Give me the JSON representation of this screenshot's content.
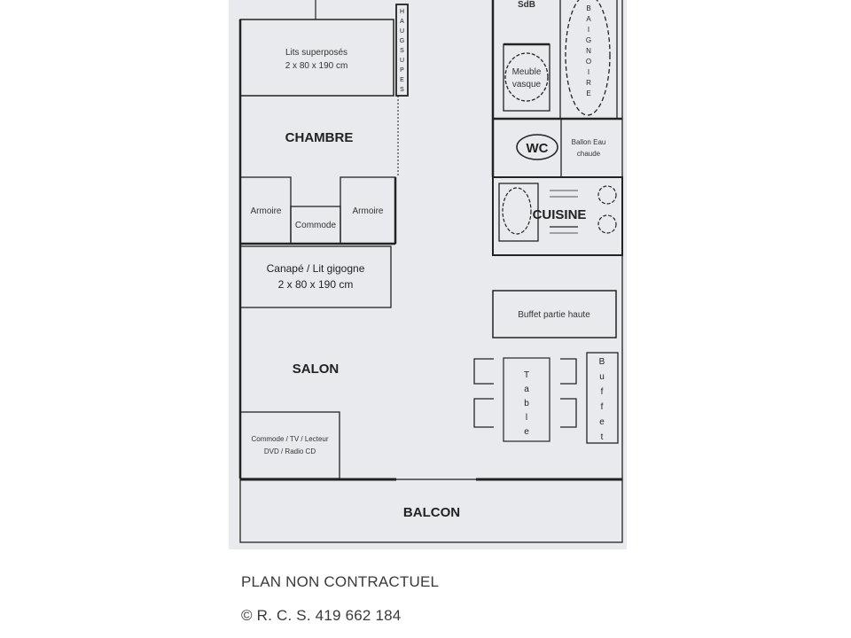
{
  "plan": {
    "rooms": {
      "chambre": "CHAMBRE",
      "salon": "SALON",
      "cuisine": "CUISINE",
      "balcon": "BALCON",
      "wc": "WC",
      "sdb": "SdB"
    },
    "furniture": {
      "lits_line1": "Lits superposés",
      "lits_line2": "2 x 80 x 190 cm",
      "rangements": [
        "H",
        "A",
        "U",
        "G",
        "S",
        "U",
        "P",
        "E",
        "S"
      ],
      "armoire_left": "Armoire",
      "armoire_right": "Armoire",
      "commode": "Commode",
      "canape_line1": "Canapé / Lit gigogne",
      "canape_line2": "2 x 80 x 190 cm",
      "commode_tv_line1": "Commode / TV / Lecteur",
      "commode_tv_line2": "DVD / Radio CD",
      "meuble_vasque_line1": "Meuble",
      "meuble_vasque_line2": "vasque",
      "baignoire": [
        "B",
        "A",
        "I",
        "G",
        "N",
        "O",
        "I",
        "R",
        "E"
      ],
      "ballon_line1": "Ballon Eau",
      "ballon_line2": "chaude",
      "buffet_haut": "Buffet partie haute",
      "table": [
        "T",
        "a",
        "b",
        "l",
        "e"
      ],
      "buffet": [
        "B",
        "u",
        "f",
        "f",
        "e",
        "t"
      ]
    }
  },
  "captions": {
    "disclaimer": "PLAN NON CONTRACTUEL",
    "rcs": "© R. C. S. 419 662 184"
  }
}
